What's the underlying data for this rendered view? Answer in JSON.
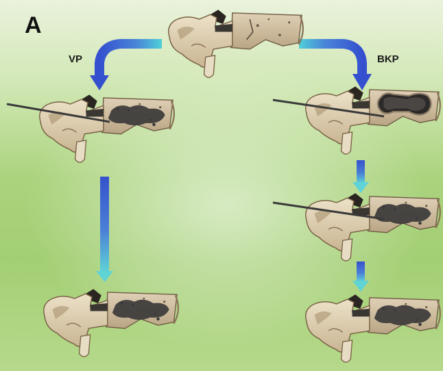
{
  "panel_letter": "A",
  "left_route_label": "VP",
  "right_route_label": "BKP",
  "colors": {
    "arrow_blue": "#3552cc",
    "arrow_cyan": "#4fd0d8",
    "bone": "#d9c9ab",
    "bone_shadow": "#8a7458",
    "cement": "#3b3a3a",
    "background_green": "#a3cf74"
  }
}
